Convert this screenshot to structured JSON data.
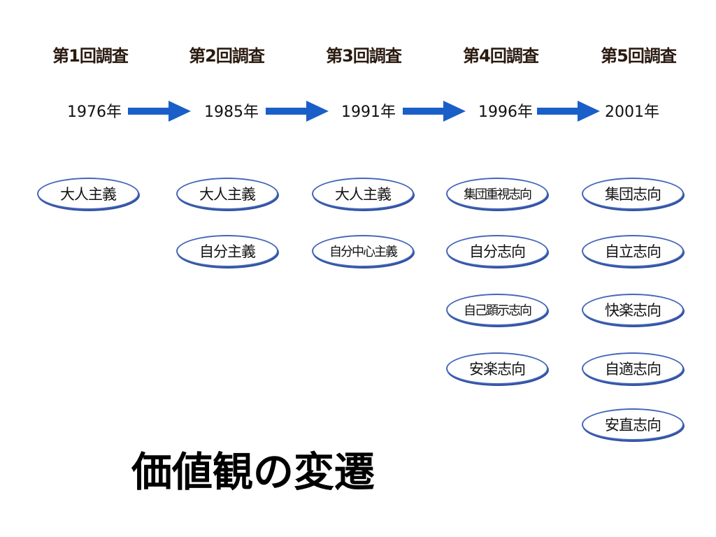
{
  "title": "価値観の変遷",
  "surveys": [
    {
      "label": "第1回調査",
      "year": "1976年",
      "values": [
        "大人主義"
      ]
    },
    {
      "label": "第2回調査",
      "year": "1985年",
      "values": [
        "大人主義",
        "自分主義"
      ]
    },
    {
      "label": "第3回調査",
      "year": "1991年",
      "values": [
        "大人主義",
        "自分中心主義"
      ]
    },
    {
      "label": "第4回調査",
      "year": "1996年",
      "values": [
        "集団重視志向",
        "自分志向",
        "自己顕示志向",
        "安楽志向"
      ]
    },
    {
      "label": "第5回調査",
      "year": "2001年",
      "values": [
        "集団志向",
        "自立志向",
        "快楽志向",
        "自適志向",
        "安直志向"
      ]
    }
  ],
  "colors": {
    "arrow": "#1a5fc8",
    "pill_border": "#4466b8",
    "header_text": "#2a1a10"
  },
  "icons": {
    "arrow": "right-arrow-icon"
  }
}
